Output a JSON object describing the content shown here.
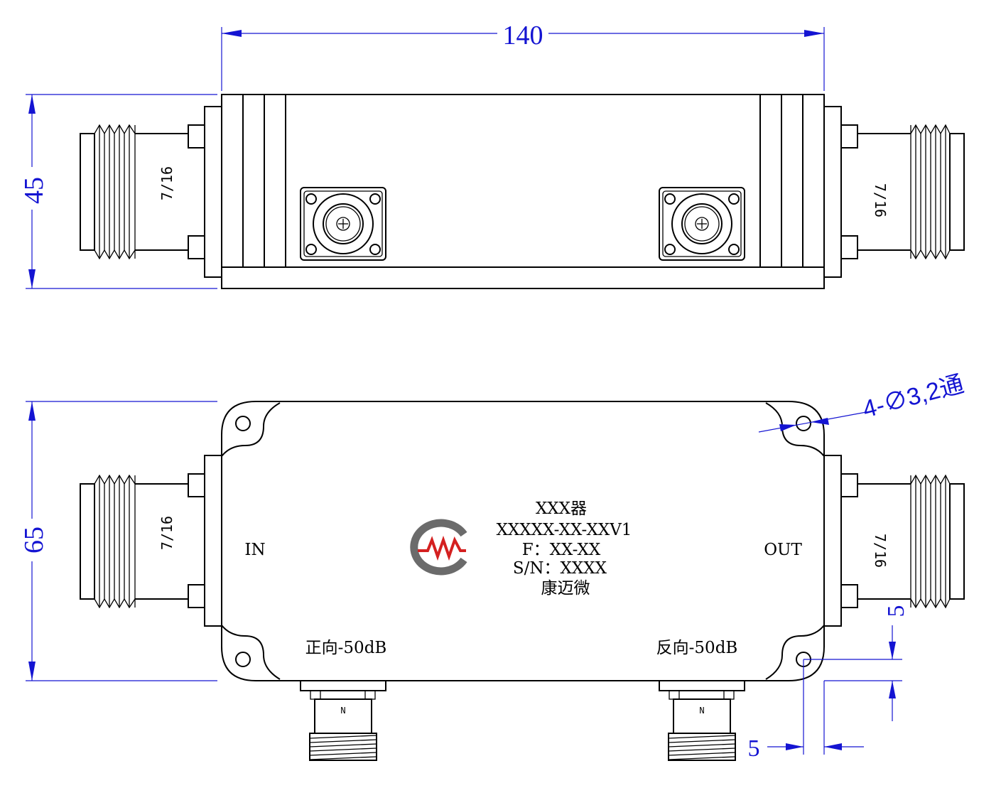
{
  "dimensions": {
    "width_top": "140",
    "height_top": "45",
    "height_bottom": "65",
    "hole_callout": "4-∅3,2通",
    "offset_horizontal": "5",
    "offset_vertical": "5"
  },
  "connectors": {
    "side_type": "7/16",
    "bottom_type": "N"
  },
  "label": {
    "line1": "XXX器",
    "line2": "XXXXX-XX-XXV1",
    "line3": "F：XX-XX",
    "line4": "S/N：XXXX",
    "line5": "康迈微"
  },
  "ports": {
    "in": "IN",
    "out": "OUT",
    "forward": "正向-50dB",
    "reverse": "反向-50dB"
  },
  "colors": {
    "dimension": "#1414d2",
    "outline": "#000000",
    "logo_gray": "#6b6b6b",
    "logo_red": "#d42020"
  }
}
